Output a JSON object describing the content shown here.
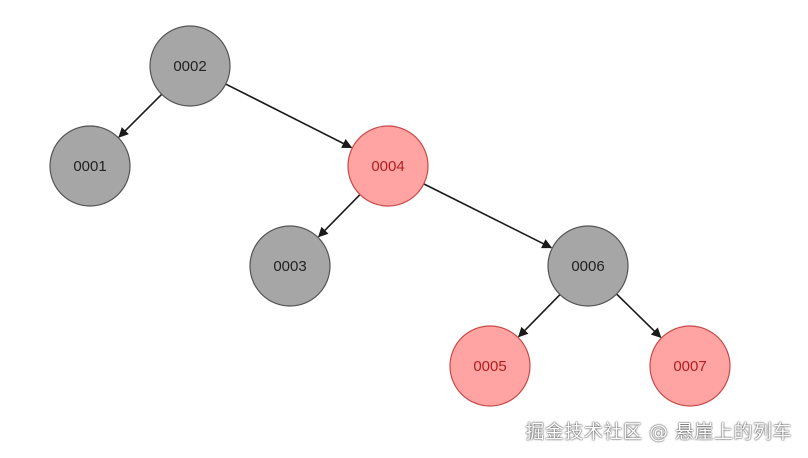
{
  "diagram": {
    "colors": {
      "black_fill": "#a6a6a6",
      "black_stroke": "#555555",
      "black_text": "#222222",
      "red_fill": "#ffa3a3",
      "red_stroke": "#c94a4a",
      "red_text": "#b02020",
      "edge": "#1a1a1a"
    },
    "nodes": [
      {
        "id": "n2",
        "label": "0002",
        "color": "black"
      },
      {
        "id": "n1",
        "label": "0001",
        "color": "black"
      },
      {
        "id": "n4",
        "label": "0004",
        "color": "red"
      },
      {
        "id": "n3",
        "label": "0003",
        "color": "black"
      },
      {
        "id": "n6",
        "label": "0006",
        "color": "black"
      },
      {
        "id": "n5",
        "label": "0005",
        "color": "red"
      },
      {
        "id": "n7",
        "label": "0007",
        "color": "red"
      }
    ],
    "edges": [
      {
        "from": "n2",
        "to": "n1"
      },
      {
        "from": "n2",
        "to": "n4"
      },
      {
        "from": "n4",
        "to": "n3"
      },
      {
        "from": "n4",
        "to": "n6"
      },
      {
        "from": "n6",
        "to": "n5"
      },
      {
        "from": "n6",
        "to": "n7"
      }
    ]
  },
  "watermark": {
    "text": "掘金技术社区 @ 悬崖上的列车"
  }
}
